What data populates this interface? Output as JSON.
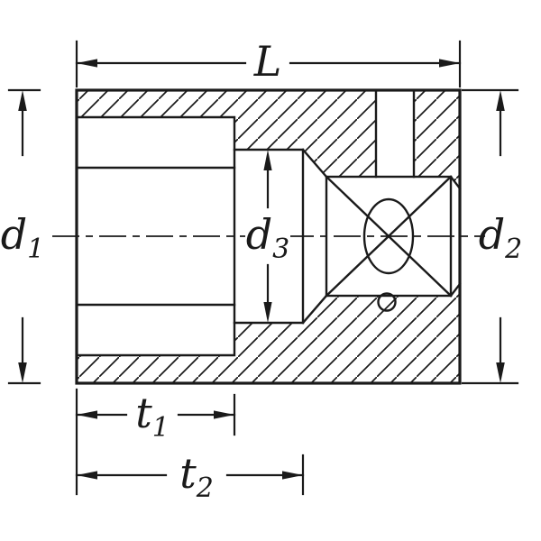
{
  "colors": {
    "line": "#1a1a1a",
    "background": "#ffffff"
  },
  "dimensions": {
    "length": {
      "base": "L",
      "sub": ""
    },
    "d1": {
      "base": "d",
      "sub": "1"
    },
    "d2": {
      "base": "d",
      "sub": "2"
    },
    "d3": {
      "base": "d",
      "sub": "3"
    },
    "t1": {
      "base": "t",
      "sub": "1"
    },
    "t2": {
      "base": "t",
      "sub": "2"
    }
  }
}
